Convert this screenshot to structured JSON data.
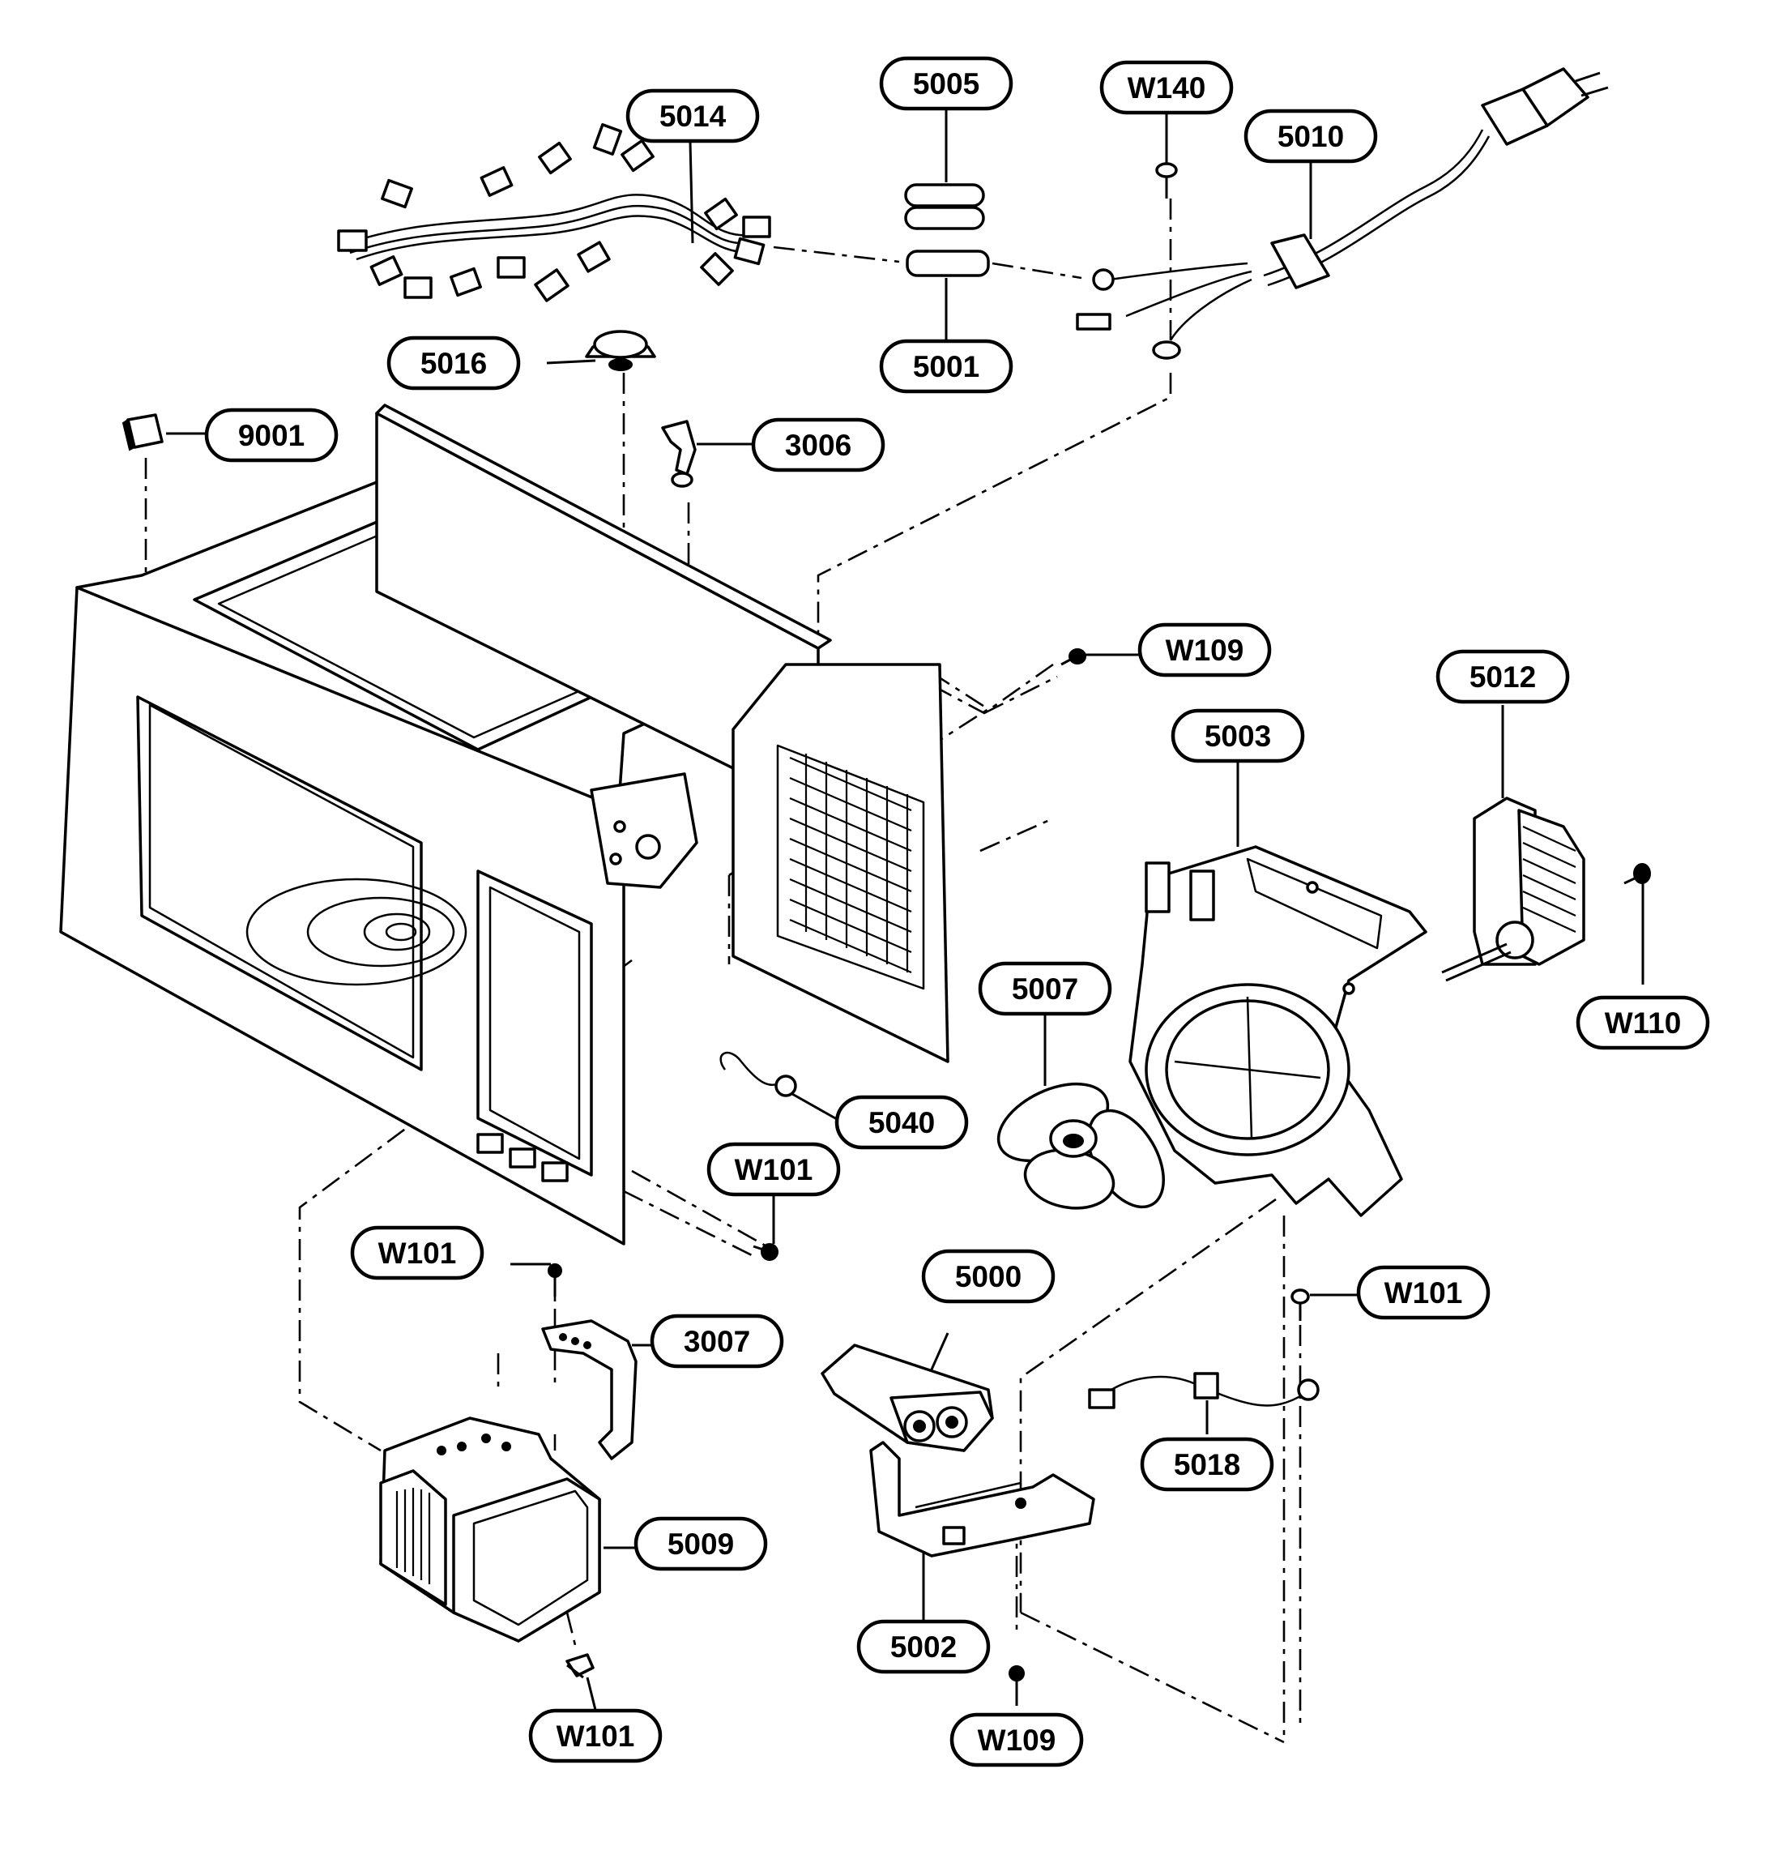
{
  "diagram": {
    "callouts": [
      {
        "id": "5014",
        "label": "5014"
      },
      {
        "id": "5005",
        "label": "5005"
      },
      {
        "id": "W140",
        "label": "W140"
      },
      {
        "id": "5010",
        "label": "5010"
      },
      {
        "id": "5001",
        "label": "5001"
      },
      {
        "id": "5016",
        "label": "5016"
      },
      {
        "id": "9001",
        "label": "9001"
      },
      {
        "id": "3006",
        "label": "3006"
      },
      {
        "id": "W109a",
        "label": "W109"
      },
      {
        "id": "5012",
        "label": "5012"
      },
      {
        "id": "5003",
        "label": "5003"
      },
      {
        "id": "5007",
        "label": "5007"
      },
      {
        "id": "W110",
        "label": "W110"
      },
      {
        "id": "5040",
        "label": "5040"
      },
      {
        "id": "W101a",
        "label": "W101"
      },
      {
        "id": "W101b",
        "label": "W101"
      },
      {
        "id": "3007",
        "label": "3007"
      },
      {
        "id": "5000",
        "label": "5000"
      },
      {
        "id": "W101c",
        "label": "W101"
      },
      {
        "id": "5018",
        "label": "5018"
      },
      {
        "id": "5009",
        "label": "5009"
      },
      {
        "id": "5002",
        "label": "5002"
      },
      {
        "id": "W101d",
        "label": "W101"
      },
      {
        "id": "W109b",
        "label": "W109"
      }
    ]
  }
}
